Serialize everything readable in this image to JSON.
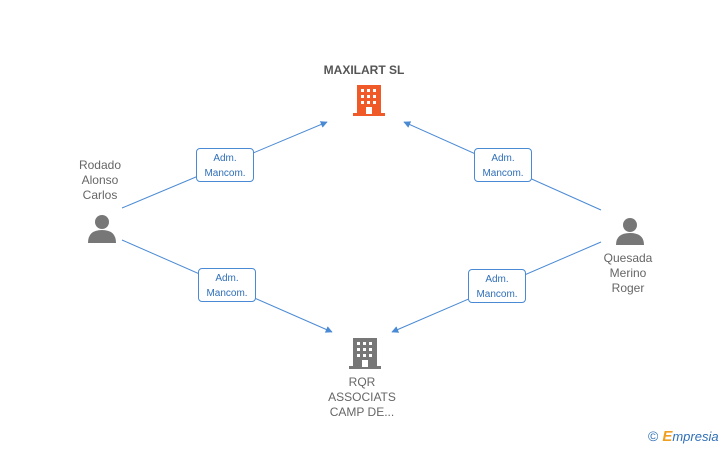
{
  "nodes": {
    "company_top": {
      "label": "MAXILART SL",
      "color": "#f05a28"
    },
    "company_bottom": {
      "label": "RQR\nASSOCIATS\nCAMP DE...",
      "color": "#777777"
    },
    "person_left": {
      "label": "Rodado\nAlonso\nCarlos",
      "color": "#777777"
    },
    "person_right": {
      "label": "Quesada\nMerino\nRoger",
      "color": "#777777"
    }
  },
  "edges": [
    {
      "from": "person_left",
      "to": "company_top",
      "label": "Adm.\nMancom."
    },
    {
      "from": "person_right",
      "to": "company_top",
      "label": "Adm.\nMancom."
    },
    {
      "from": "person_left",
      "to": "company_bottom",
      "label": "Adm.\nMancom."
    },
    {
      "from": "person_right",
      "to": "company_bottom",
      "label": "Adm.\nMancom."
    }
  ],
  "brand": {
    "copyright": "©",
    "initial": "E",
    "name": "mpresia"
  },
  "colors": {
    "edge": "#4a8ad4"
  }
}
